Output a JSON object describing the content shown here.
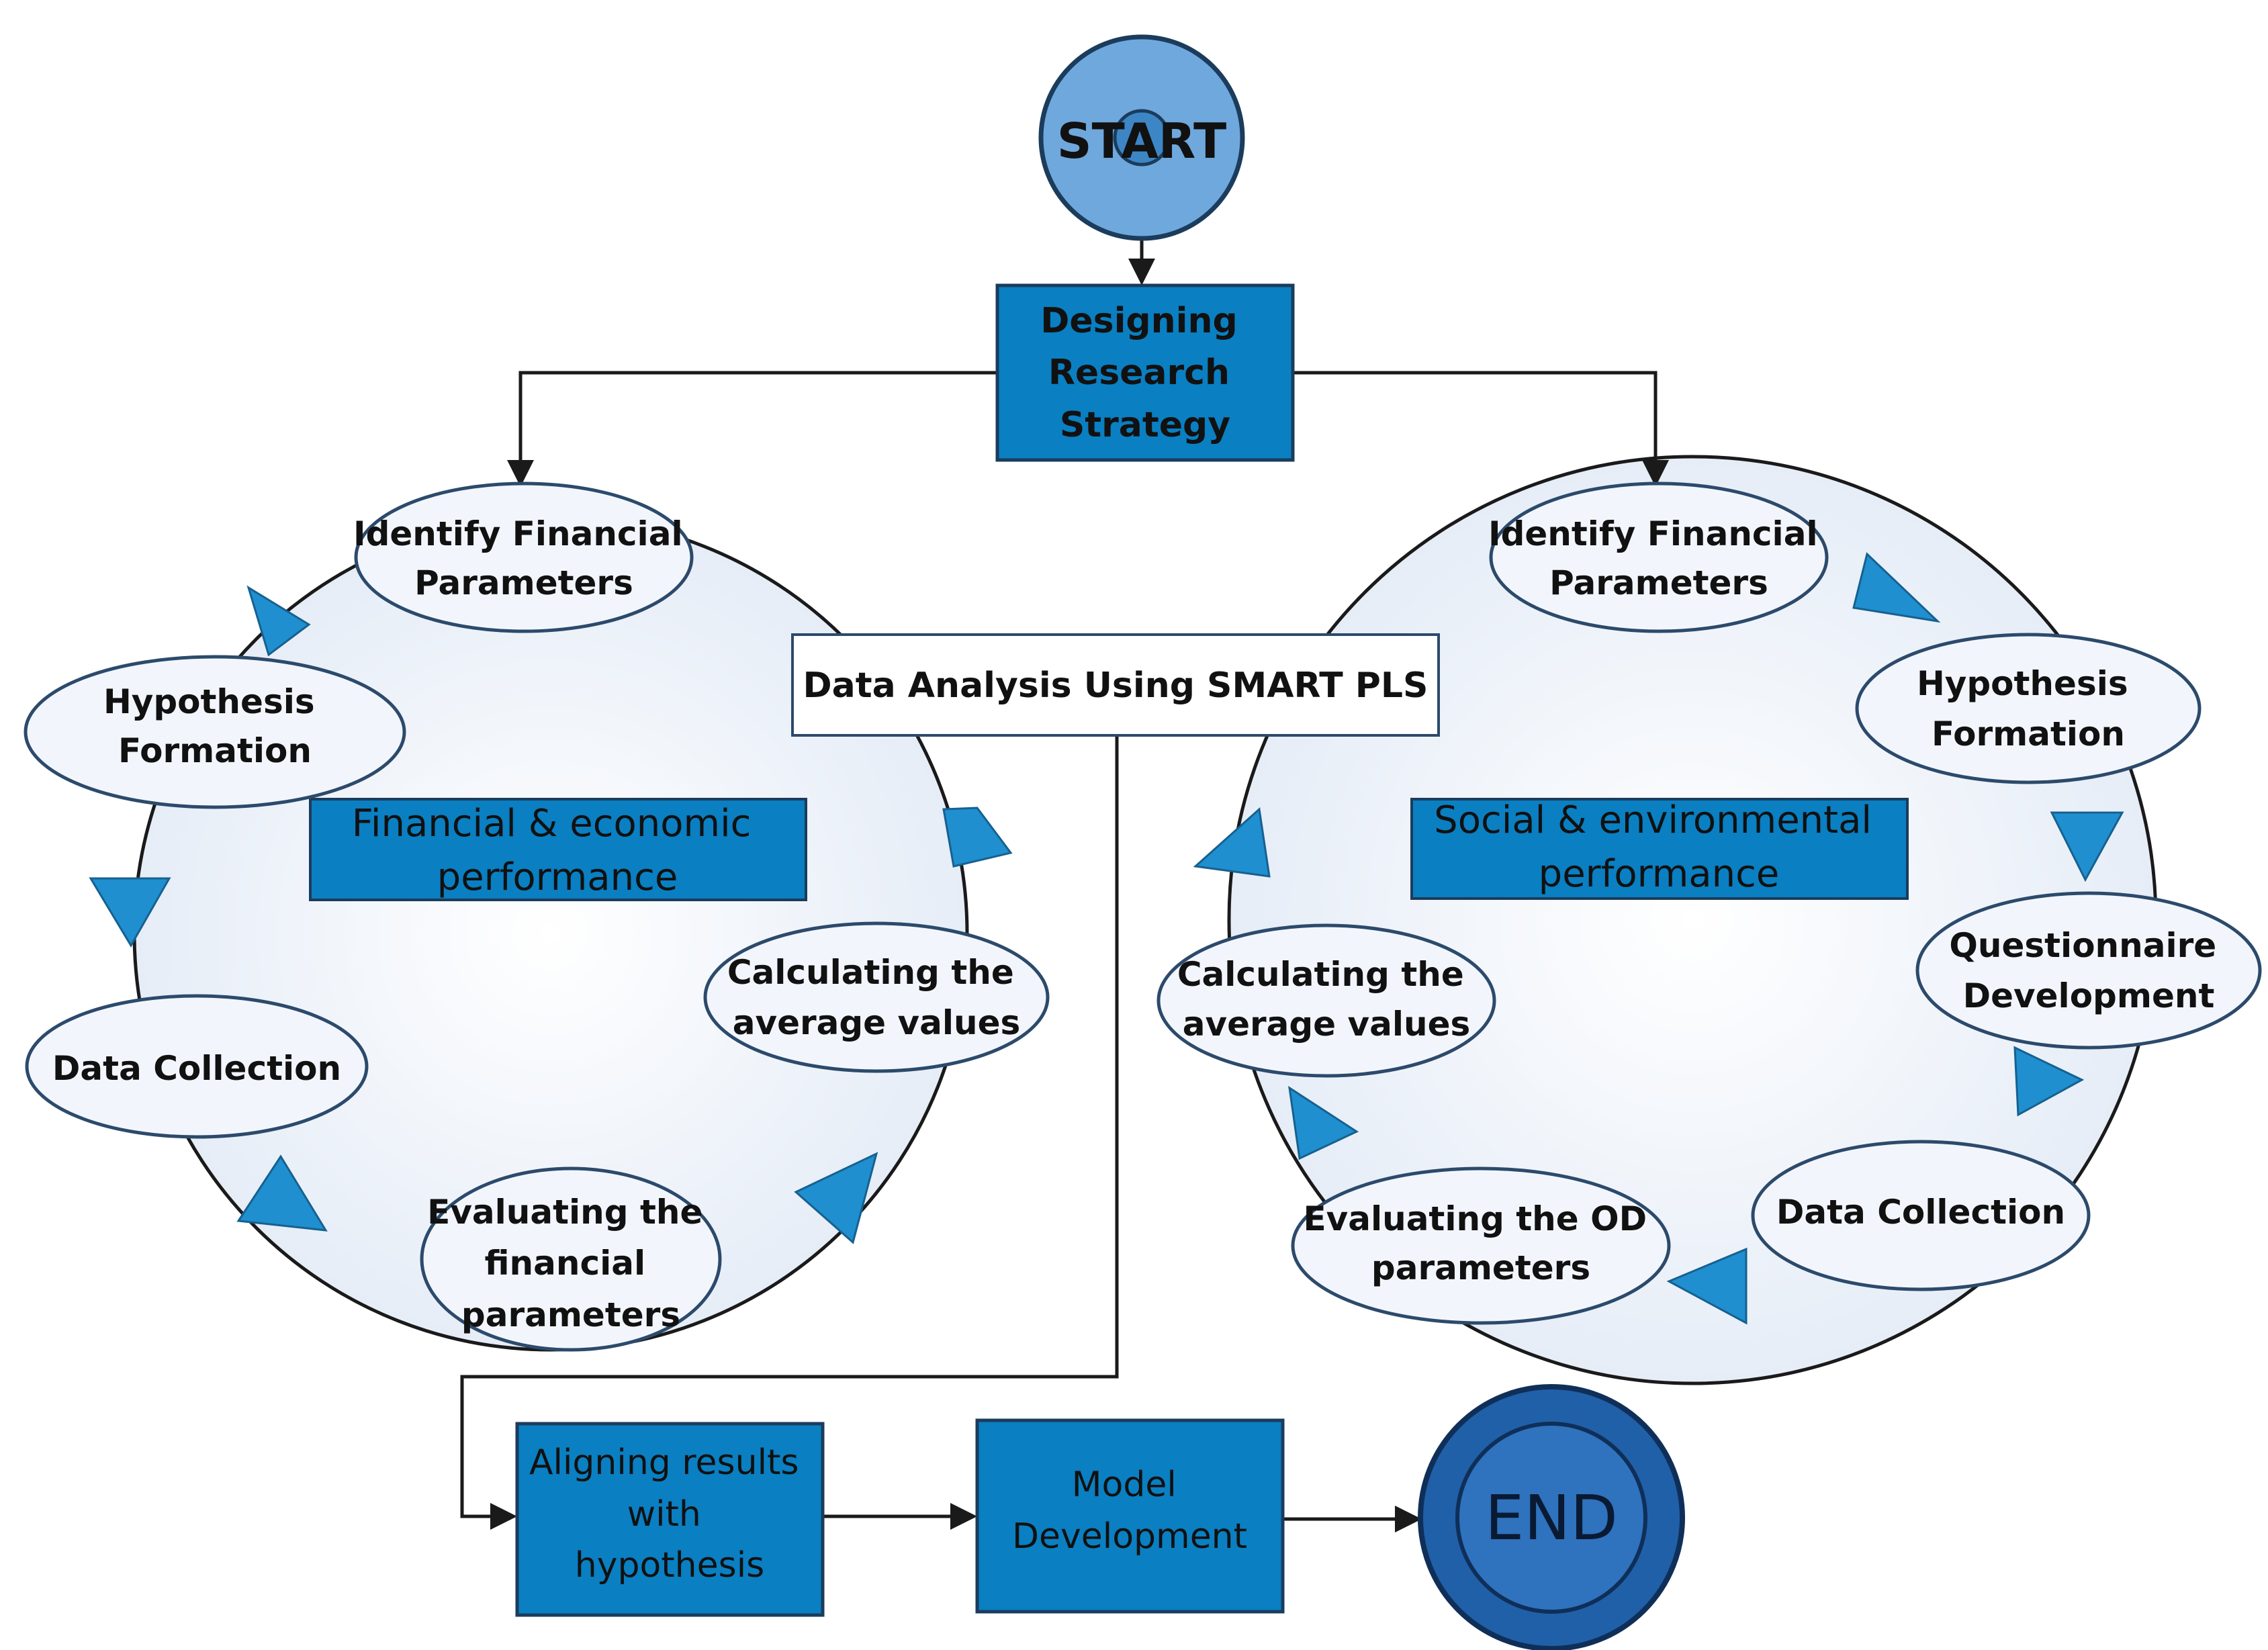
{
  "colors": {
    "box_fill": "#0a7fc2",
    "box_stroke": "#1b3c5c",
    "ellipse_fill": "#f2f6fc",
    "ellipse_stroke": "#2c4a6b",
    "arrow_fill": "#1f8fd0",
    "start_fill": "#6fa8dc",
    "end_fill": "#2060a8",
    "line": "#1a1a1a"
  },
  "start": {
    "label": "START"
  },
  "design": {
    "lines": [
      "Designing",
      "Research",
      "Strategy"
    ]
  },
  "analysis": {
    "label": "Data Analysis Using SMART PLS"
  },
  "left_cycle": {
    "title": [
      "Financial & economic",
      "performance"
    ],
    "nodes": [
      {
        "lines": [
          "Identify Financial",
          "Parameters"
        ]
      },
      {
        "lines": [
          "Hypothesis",
          "Formation"
        ]
      },
      {
        "lines": [
          "Data Collection"
        ]
      },
      {
        "lines": [
          "Evaluating the",
          "financial",
          "parameters"
        ]
      },
      {
        "lines": [
          "Calculating the",
          "average  values"
        ]
      }
    ]
  },
  "right_cycle": {
    "title": [
      "Social & environmental",
      "performance"
    ],
    "nodes": [
      {
        "lines": [
          "Identify Financial",
          "Parameters"
        ]
      },
      {
        "lines": [
          "Hypothesis",
          "Formation"
        ]
      },
      {
        "lines": [
          "Questionnaire",
          "Development"
        ]
      },
      {
        "lines": [
          "Data Collection"
        ]
      },
      {
        "lines": [
          "Evaluating the OD",
          "parameters"
        ]
      },
      {
        "lines": [
          "Calculating the",
          "average values"
        ]
      }
    ]
  },
  "align": {
    "lines": [
      "Aligning results",
      "with",
      "hypothesis"
    ]
  },
  "model": {
    "lines": [
      "Model",
      "Development"
    ]
  },
  "end": {
    "label": "END"
  }
}
